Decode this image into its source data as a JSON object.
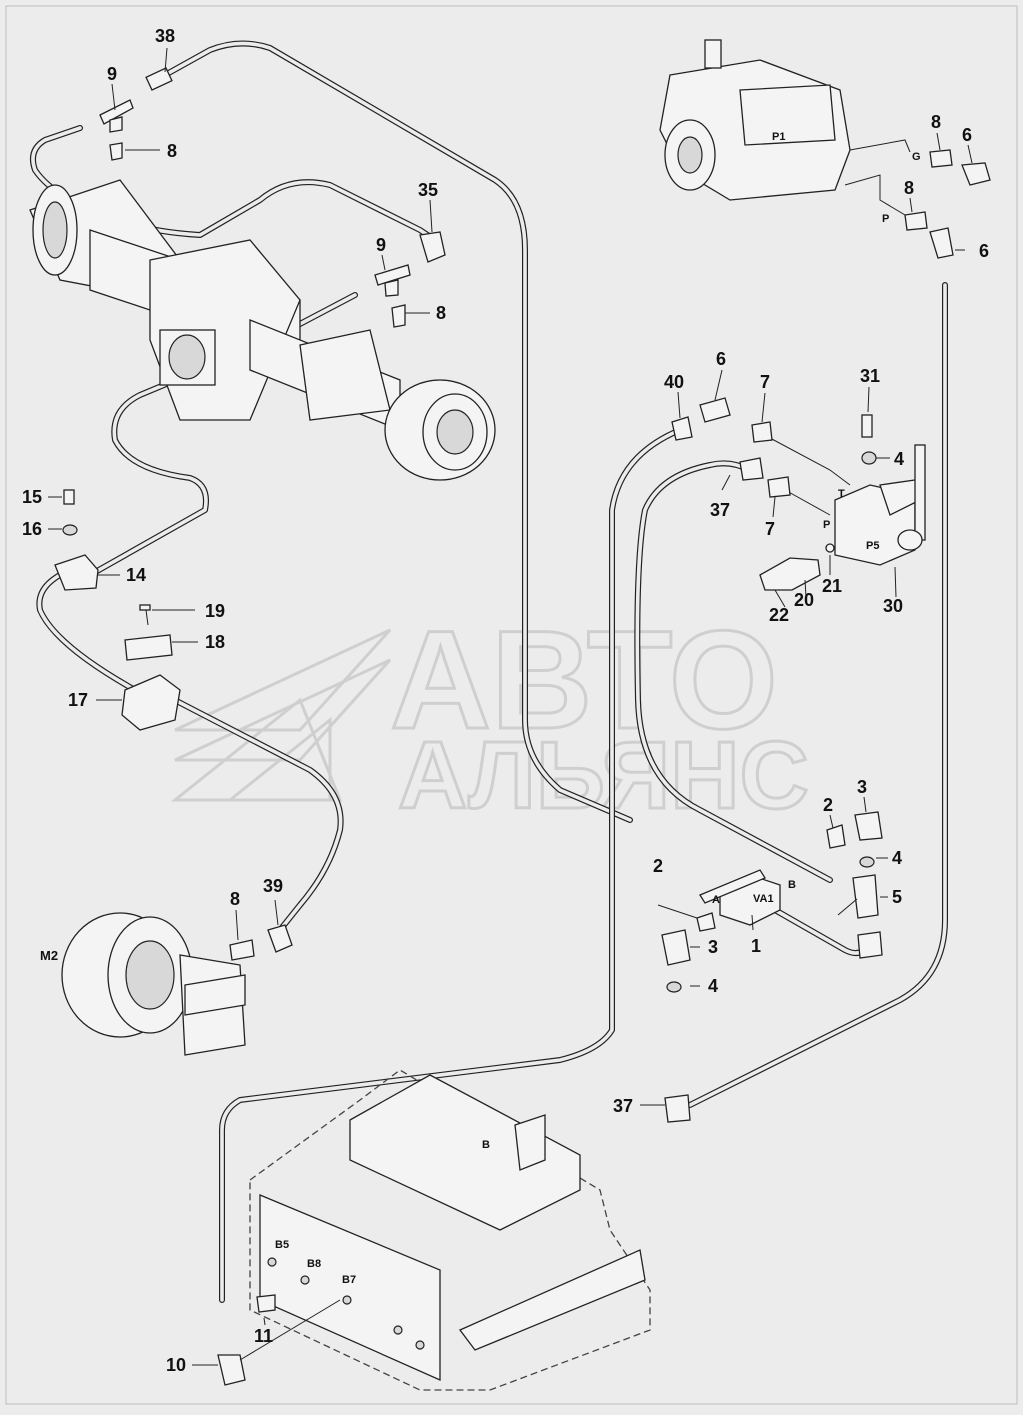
{
  "watermark": {
    "line1": "АВТО",
    "line2": "АЛЬЯНС"
  },
  "components": {
    "P1": "P1",
    "P5": "P5",
    "VA1": "VA1",
    "M2": "M2",
    "B": "B",
    "B5": "B5",
    "B7": "B7",
    "B8": "B8"
  },
  "ports": {
    "G": "G",
    "P_pump": "P",
    "T": "T",
    "P_block": "P",
    "A": "A",
    "B": "B"
  },
  "callouts": [
    "38",
    "9",
    "8",
    "35",
    "9",
    "8",
    "15",
    "16",
    "14",
    "19",
    "18",
    "17",
    "8",
    "39",
    "11",
    "10",
    "8",
    "6",
    "8",
    "6",
    "40",
    "6",
    "7",
    "37",
    "7",
    "31",
    "4",
    "21",
    "20",
    "22",
    "30",
    "2",
    "3",
    "4",
    "5",
    "2",
    "3",
    "1",
    "4",
    "37"
  ]
}
